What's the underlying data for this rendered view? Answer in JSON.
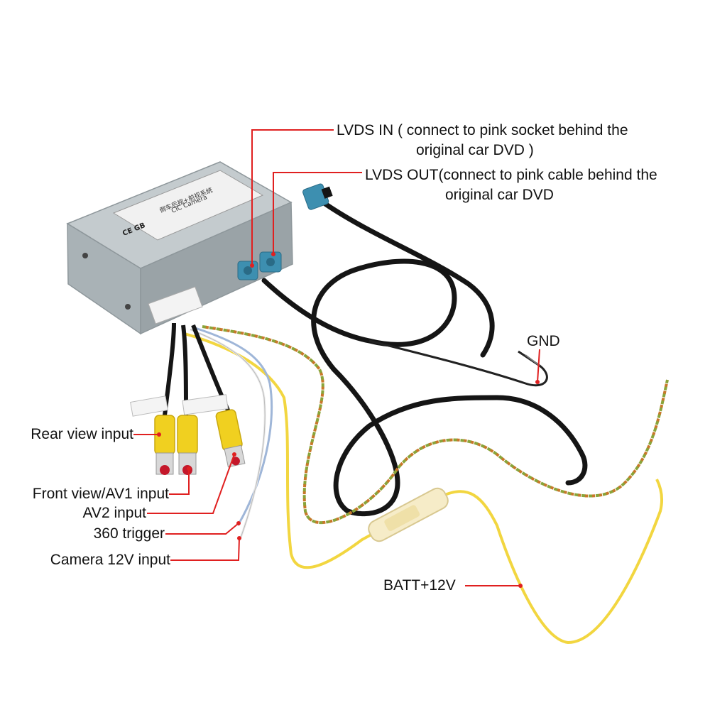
{
  "labels": {
    "lvds_in_line1": "LVDS IN ( connect to pink socket behind the",
    "lvds_in_line2": "original car DVD )",
    "lvds_out_line1": "LVDS OUT(connect to pink cable behind the",
    "lvds_out_line2": "original car DVD",
    "gnd": "GND",
    "rear_view": "Rear view input",
    "front_view": "Front view/AV1 input",
    "av2": "AV2 input",
    "trigger_360": "360 trigger",
    "camera_12v": "Camera 12V input",
    "batt": "BATT+12V"
  },
  "module": {
    "brand_text": "CIC Camera",
    "cn_title": "倒车后视+前视系统",
    "marks": "CE  GB"
  },
  "colors": {
    "leader_line": "#e02020",
    "box_body": "#a9b2b6",
    "box_top": "#c4cbce",
    "connector_blue": "#3d8fb0",
    "rca_yellow": "#f0d020",
    "cable_black": "#151515",
    "wire_yellow": "#f2d640",
    "wire_green": "#8aa43a",
    "wire_orange": "#c8782a"
  }
}
